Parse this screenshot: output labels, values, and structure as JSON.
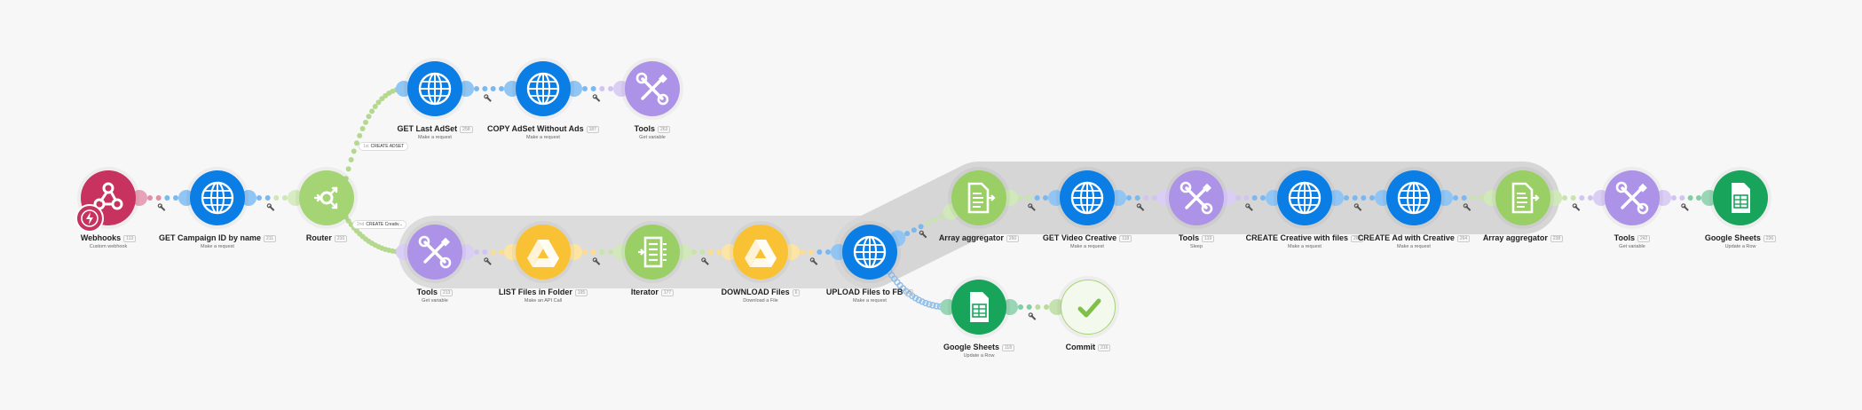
{
  "colors": {
    "webhooks": "#c8325e",
    "http": "#0b7ee6",
    "router": "#a5d474",
    "tools": "#ad93e8",
    "drive": "#f9c235",
    "flow": "#99cf65",
    "sheets": "#19a45b",
    "commit": "#7fbf4a"
  },
  "modules": [
    {
      "key": "webhooks",
      "title": "Webhooks",
      "id": "113",
      "sub": "Custom webhook",
      "icon": "webhook-icon",
      "color": "webhooks"
    },
    {
      "key": "get_campaign",
      "title": "GET Campaign ID by name",
      "id": "211",
      "sub": "Make a request",
      "icon": "globe-icon",
      "color": "http"
    },
    {
      "key": "router",
      "title": "Router",
      "id": "210",
      "sub": "",
      "icon": "router-icon",
      "color": "router"
    },
    {
      "key": "get_last_adset",
      "title": "GET Last AdSet",
      "id": "258",
      "sub": "Make a request",
      "icon": "globe-icon",
      "color": "http"
    },
    {
      "key": "copy_adset",
      "title": "COPY AdSet Without Ads",
      "id": "187",
      "sub": "Make a request",
      "icon": "globe-icon",
      "color": "http"
    },
    {
      "key": "tools_top",
      "title": "Tools",
      "id": "263",
      "sub": "Get variable",
      "icon": "tools-icon",
      "color": "tools"
    },
    {
      "key": "tools_mid",
      "title": "Tools",
      "id": "213",
      "sub": "Get variable",
      "icon": "tools-icon",
      "color": "tools"
    },
    {
      "key": "list_files",
      "title": "LIST Files in Folder",
      "id": "195",
      "sub": "Make an API Call",
      "icon": "drive-icon",
      "color": "drive"
    },
    {
      "key": "iterator",
      "title": "Iterator",
      "id": "177",
      "sub": "",
      "icon": "iterator-icon",
      "color": "flow"
    },
    {
      "key": "download_files",
      "title": "DOWNLOAD Files",
      "id": "6",
      "sub": "Download a File",
      "icon": "drive-icon",
      "color": "drive"
    },
    {
      "key": "upload_files",
      "title": "UPLOAD Files to FB",
      "id": "8",
      "sub": "Make a request",
      "icon": "globe-icon",
      "color": "http"
    },
    {
      "key": "array_agg_1",
      "title": "Array aggregator",
      "id": "260",
      "sub": "",
      "icon": "aggregator-icon",
      "color": "flow"
    },
    {
      "key": "get_video_creative",
      "title": "GET Video Creative",
      "id": "118",
      "sub": "Make a request",
      "icon": "globe-icon",
      "color": "http"
    },
    {
      "key": "tools_sleep",
      "title": "Tools",
      "id": "119",
      "sub": "Sleep",
      "icon": "tools-icon",
      "color": "tools"
    },
    {
      "key": "create_creative",
      "title": "CREATE Creative with files",
      "id": "263",
      "sub": "Make a request",
      "icon": "globe-icon",
      "color": "http"
    },
    {
      "key": "create_ad",
      "title": "CREATE Ad with Creative",
      "id": "264",
      "sub": "Make a request",
      "icon": "globe-icon",
      "color": "http"
    },
    {
      "key": "array_agg_2",
      "title": "Array aggregator",
      "id": "238",
      "sub": "",
      "icon": "aggregator-icon",
      "color": "flow"
    },
    {
      "key": "tools_right",
      "title": "Tools",
      "id": "242",
      "sub": "Get variable",
      "icon": "tools-icon",
      "color": "tools"
    },
    {
      "key": "sheets_right",
      "title": "Google Sheets",
      "id": "236",
      "sub": "Update a Row",
      "icon": "sheets-icon",
      "color": "sheets"
    },
    {
      "key": "sheets_bottom",
      "title": "Google Sheets",
      "id": "118",
      "sub": "Update a Row",
      "icon": "sheets-icon",
      "color": "sheets"
    },
    {
      "key": "commit",
      "title": "Commit",
      "id": "216",
      "sub": "",
      "icon": "check-icon",
      "color": "commit"
    }
  ],
  "routes": [
    {
      "key": "route_adset",
      "text": "CREATE ADSET",
      "link": "1st"
    },
    {
      "key": "route_creative",
      "text": "CREATE Creativ...",
      "link": "2nd"
    }
  ]
}
